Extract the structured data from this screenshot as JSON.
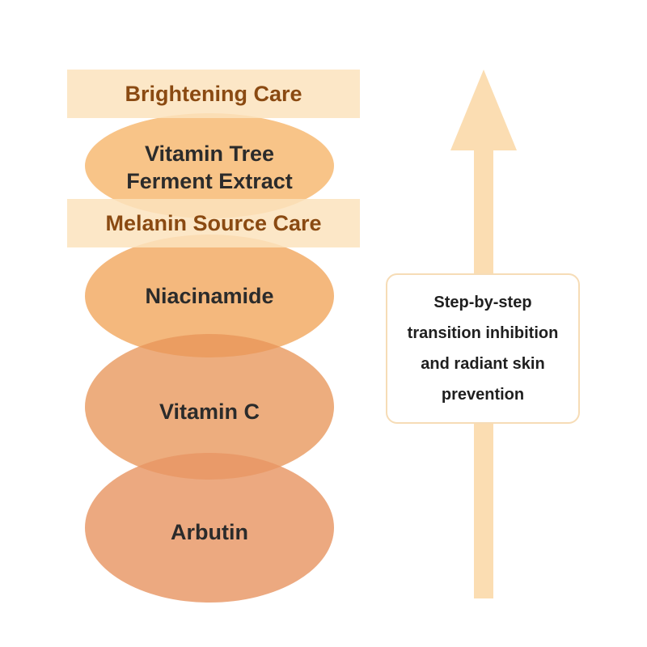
{
  "colors": {
    "band_fill": "rgba(252, 227, 189, 0.85)",
    "band_text": "#8a4a12",
    "arrow": "#fbddb2",
    "callout_border": "#f6dcb6"
  },
  "layers": [
    {
      "label": "Vitamin Tree\nFerment Extract",
      "color": "rgba(246, 179, 102, 0.78)"
    },
    {
      "label": "Niacinamide",
      "color": "rgba(241, 168, 96, 0.82)"
    },
    {
      "label": "Vitamin C",
      "color": "rgba(232, 150, 90, 0.78)"
    },
    {
      "label": "Arbutin",
      "color": "rgba(232, 150, 100, 0.82)"
    }
  ],
  "bands": {
    "brightening": "Brightening Care",
    "melanin": "Melanin Source Care"
  },
  "callout": {
    "text": "Step-by-step\ntransition inhibition\nand radiant skin\nprevention"
  }
}
